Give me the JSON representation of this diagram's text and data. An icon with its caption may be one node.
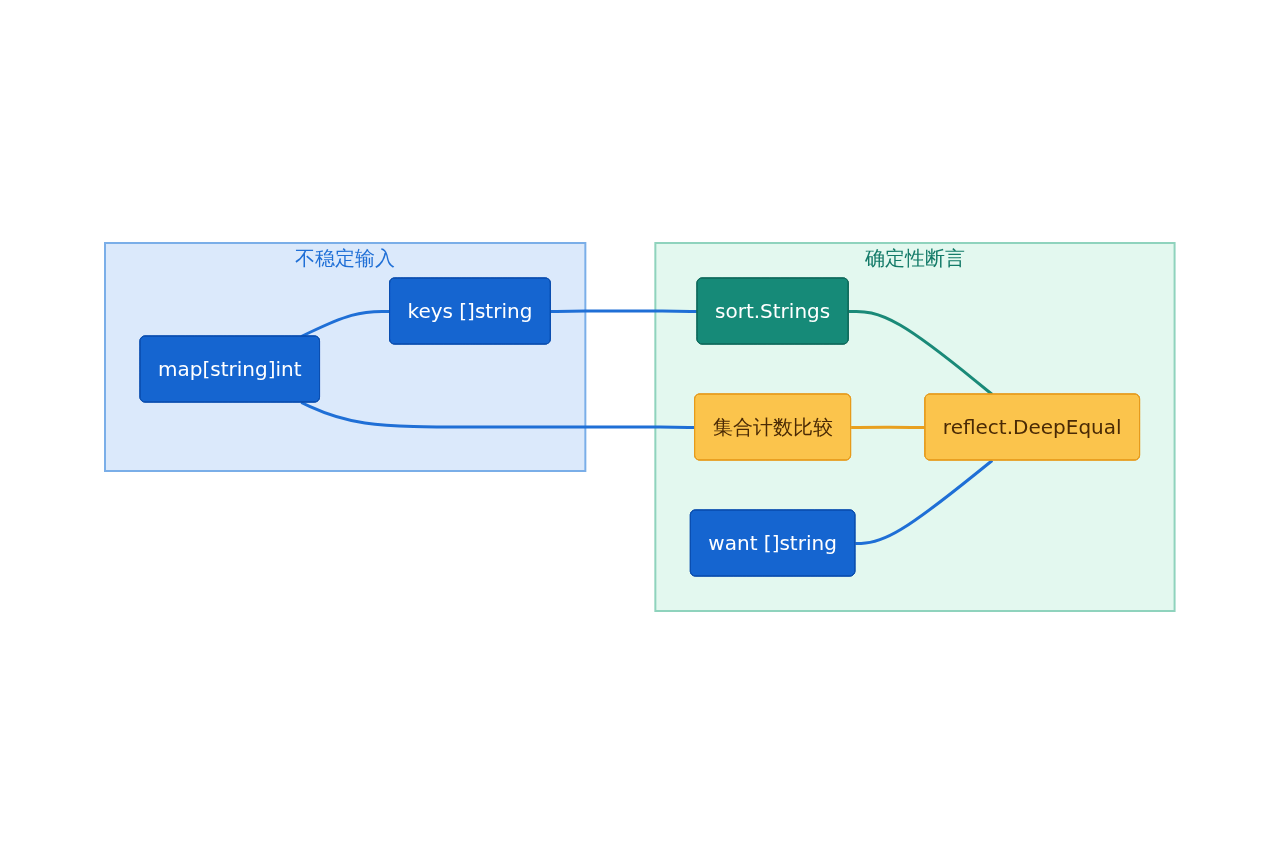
{
  "diagram": {
    "nodes": [
      {
        "text": [
          "不稳定输入"
        ]
      },
      {
        "text": [
          "确定性断言"
        ]
      },
      {
        "text": [
          "keys []string"
        ],
        "in": 0
      },
      {
        "text": [
          "map[string]int"
        ],
        "in": 0
      },
      {
        "text": [
          "sort.Strings"
        ],
        "in": 1
      },
      {
        "text": [
          "reflect.DeepEqual"
        ],
        "in": 1
      },
      {
        "text": [
          "集合计数比较"
        ],
        "in": 1
      },
      {
        "text": [
          "want []string"
        ],
        "in": 1
      }
    ],
    "edges": [
      {
        "from": 3,
        "to": 2,
        "arrow": "none"
      },
      {
        "from": 2,
        "to": 4,
        "arrow": "none"
      },
      {
        "from": 4,
        "to": 5,
        "arrow": "none",
        "color": "#1a8a78"
      },
      {
        "from": 3,
        "to": 6,
        "arrow": "none"
      },
      {
        "from": 6,
        "to": 5,
        "arrow": "none",
        "color": "#e8a020"
      },
      {
        "from": 7,
        "to": 5,
        "arrow": "none"
      }
    ]
  }
}
